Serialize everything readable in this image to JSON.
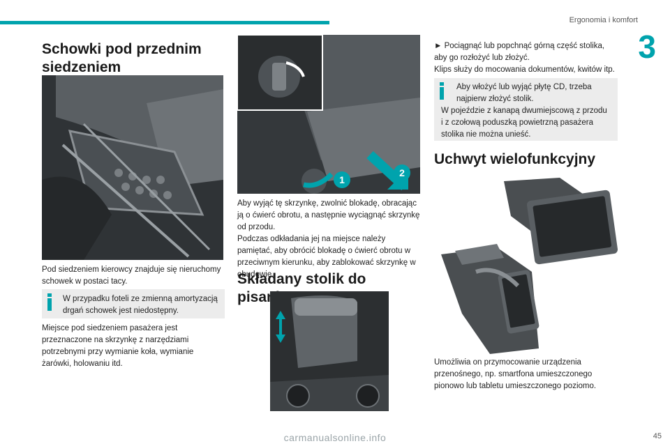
{
  "header": {
    "title": "Ergonomia i komfort",
    "chapter": "3"
  },
  "col1": {
    "heading": "Schowki pod przednim siedzeniem",
    "para1": "Pod siedzeniem kierowcy znajduje się nieruchomy schowek w postaci tacy.",
    "note": "W przypadku foteli ze zmienną amortyzacją drgań schowek jest niedostępny.",
    "para2": "Miejsce pod siedzeniem pasażera jest przeznaczone na skrzynkę z narzędziami potrzebnymi przy wymianie koła, wymianie żarówki, holowaniu itd."
  },
  "col2": {
    "callout1": "1",
    "callout2": "2",
    "para1": "Aby wyjąć tę skrzynkę, zwolnić blokadę, obracając ją o ćwierć obrotu, a następnie wyciągnąć skrzynkę od przodu.",
    "para2": "Podczas odkładania jej na miejsce należy pamiętać, aby obrócić blokadę o ćwierć obrotu w przeciwnym kierunku, aby zablokować skrzynkę w obudowie.",
    "heading": "Składany stolik do pisania"
  },
  "col3": {
    "bullet": "Pociągnąć lub popchnąć górną część stolika, aby go rozłożyć lub złożyć.",
    "para1": "Klips służy do mocowania dokumentów, kwitów itp.",
    "note_line1": "Aby włożyć lub wyjąć płytę CD, trzeba najpierw złożyć stolik.",
    "note_line2": "W pojeździe z kanapą dwumiejscową z przodu i z czołową poduszką powietrzną pasażera stolika nie można unieść.",
    "heading": "Uchwyt wielofunkcyjny",
    "para2": "Umożliwia on przymocowanie urządzenia przenośnego, np. smartfona umieszczonego pionowo lub tabletu umieszczonego poziomo."
  },
  "footer": {
    "page": "45",
    "watermark": "carmanualsonline.info"
  },
  "colors": {
    "accent": "#00a3ad",
    "note_bg": "#ececec"
  }
}
